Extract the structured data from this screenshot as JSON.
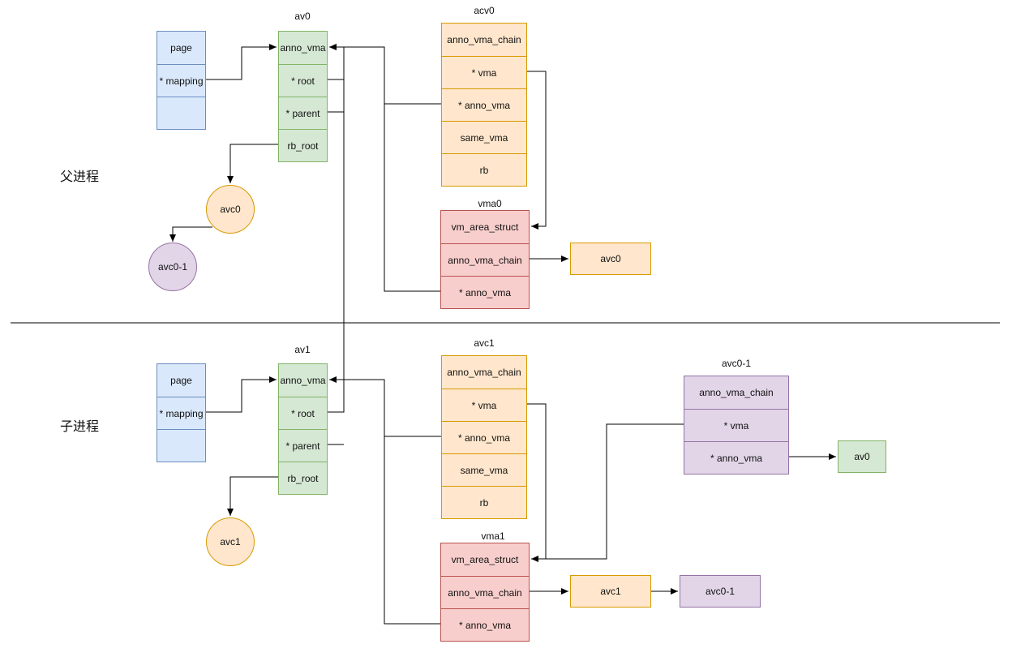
{
  "labels": {
    "parent_process": "父进程",
    "child_process": "子进程"
  },
  "parent": {
    "page": {
      "cells": [
        "page",
        "* mapping",
        ""
      ]
    },
    "av0": {
      "title": "av0",
      "cells": [
        "anno_vma",
        "* root",
        "* parent",
        "rb_root"
      ]
    },
    "acv0": {
      "title": "acv0",
      "cells": [
        "anno_vma_chain",
        "* vma",
        "* anno_vma",
        "same_vma",
        "rb"
      ]
    },
    "vma0": {
      "title": "vma0",
      "cells": [
        "vm_area_struct",
        "anno_vma_chain",
        "* anno_vma"
      ]
    },
    "avc0_box": "avc0",
    "avc0_circle": "avc0",
    "avc0_1_circle": "avc0-1"
  },
  "child": {
    "page": {
      "cells": [
        "page",
        "* mapping",
        ""
      ]
    },
    "av1": {
      "title": "av1",
      "cells": [
        "anno_vma",
        "* root",
        "* parent",
        "rb_root"
      ]
    },
    "avc1": {
      "title": "avc1",
      "cells": [
        "anno_vma_chain",
        "* vma",
        "* anno_vma",
        "same_vma",
        "rb"
      ]
    },
    "vma1": {
      "title": "vma1",
      "cells": [
        "vm_area_struct",
        "anno_vma_chain",
        "* anno_vma"
      ]
    },
    "avc0_1": {
      "title": "avc0-1",
      "cells": [
        "anno_vma_chain",
        "* vma",
        "* anno_vma"
      ]
    },
    "av0_box": "av0",
    "avc1_box": "avc1",
    "avc0_1_box": "avc0-1",
    "avc1_circle": "avc1"
  },
  "colors": {
    "blue_fill": "#dae8fc",
    "green_fill": "#d5e8d4",
    "orange_fill": "#ffe6cc",
    "red_fill": "#f8cecc",
    "purple_fill": "#e1d5e7",
    "line": "#000000"
  }
}
